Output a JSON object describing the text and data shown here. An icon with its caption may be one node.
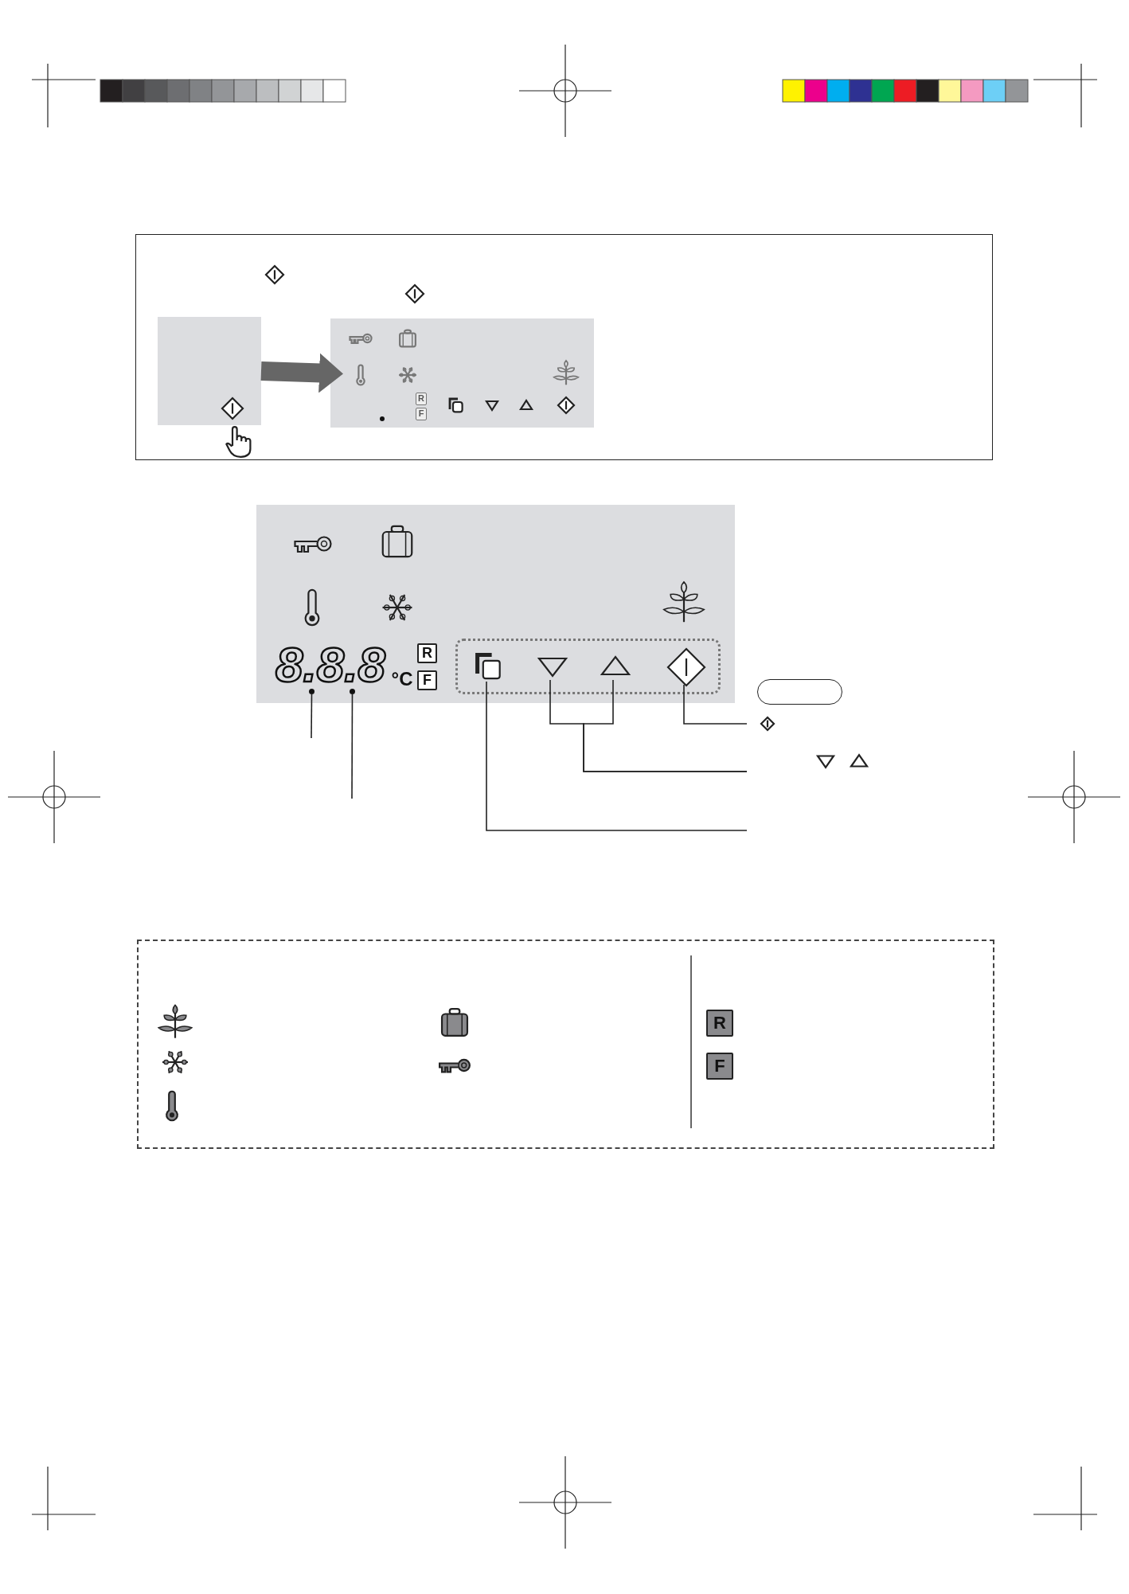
{
  "diagram": {
    "nodes": [
      {
        "text": [],
        "shape": "box"
      },
      {
        "text": [],
        "shape": "box"
      },
      {
        "text": [],
        "shape": "box"
      },
      {
        "text": [],
        "shape": "circle",
        "in": 2
      },
      {
        "text": [],
        "shape": "circle",
        "in": 2
      },
      {
        "text": [],
        "shape": "box",
        "in": 2
      },
      {
        "text": [],
        "shape": "button",
        "in": 5
      },
      {
        "text": [],
        "shape": "button",
        "in": 5
      },
      {
        "text": [],
        "shape": "button",
        "in": 5
      },
      {
        "text": [],
        "shape": "button",
        "in": 5
      },
      {
        "text": [],
        "shape": "oval"
      }
    ],
    "edges": [
      {
        "from": 0,
        "to": 1,
        "arrow": "to",
        "style": "thick",
        "color": "#666666"
      },
      {
        "from": 3,
        "to": null,
        "arrow": "none"
      },
      {
        "from": 4,
        "to": null,
        "arrow": "none"
      },
      {
        "from": 9,
        "to": null,
        "arrow": "none"
      },
      {
        "from": 7,
        "to": null,
        "arrow": "none"
      },
      {
        "from": 8,
        "to": null,
        "arrow": "none"
      },
      {
        "from": 6,
        "to": null,
        "arrow": "none"
      }
    ],
    "labels": [
      "R",
      "F",
      "8.8.8",
      "°C",
      "R",
      "F",
      "R",
      "F"
    ]
  }
}
